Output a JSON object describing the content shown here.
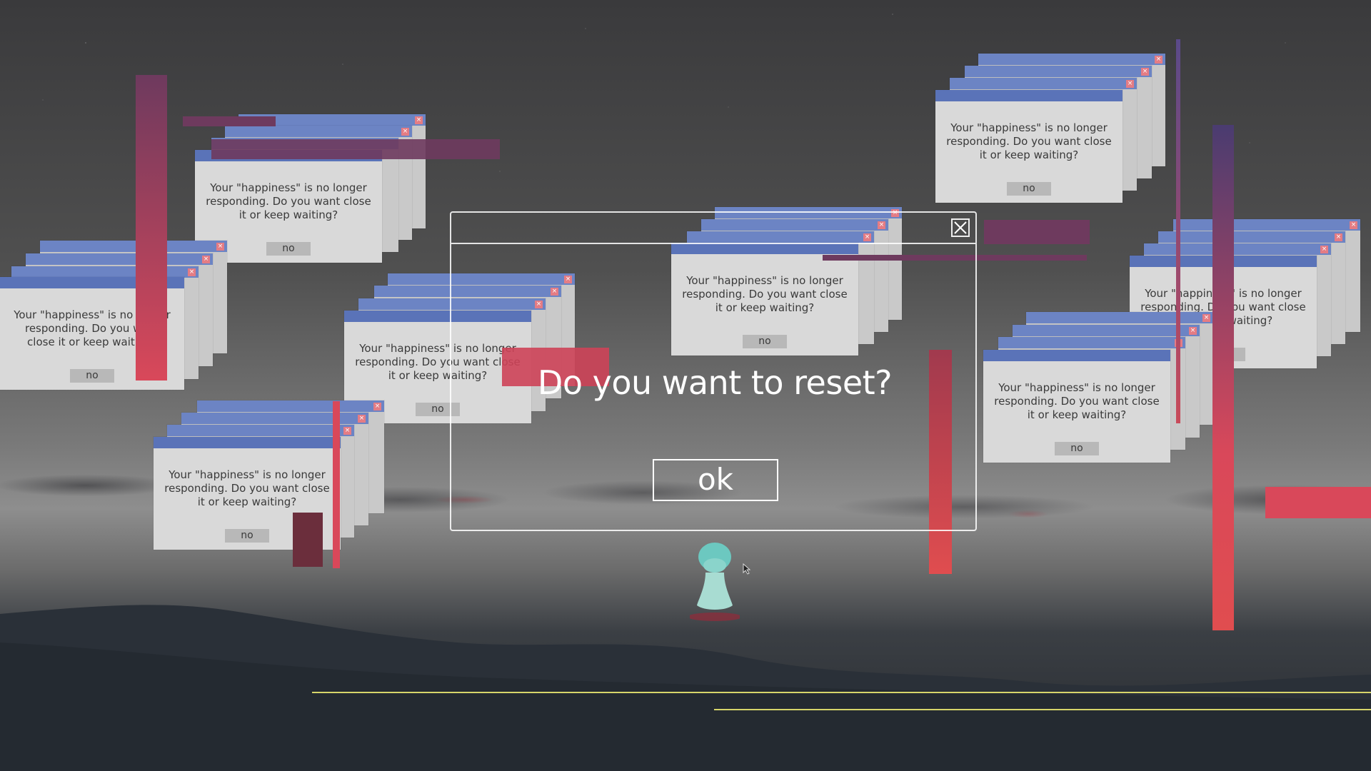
{
  "dialog": {
    "message": "Your \"happiness\" is no longer responding.  Do you want close it or keep waiting?",
    "no_label": "no",
    "close_glyph": "×"
  },
  "reset": {
    "question": "Do you want to reset?",
    "ok_label": "ok"
  },
  "colors": {
    "titlebar": "#5a73b8",
    "glitch_red": "#d9485a",
    "glitch_purple": "#6e3a5e",
    "accent_line": "#d7d56a",
    "character": "#7fd2c8"
  },
  "icons": [
    "close-icon",
    "cursor-icon",
    "character-sprite"
  ]
}
